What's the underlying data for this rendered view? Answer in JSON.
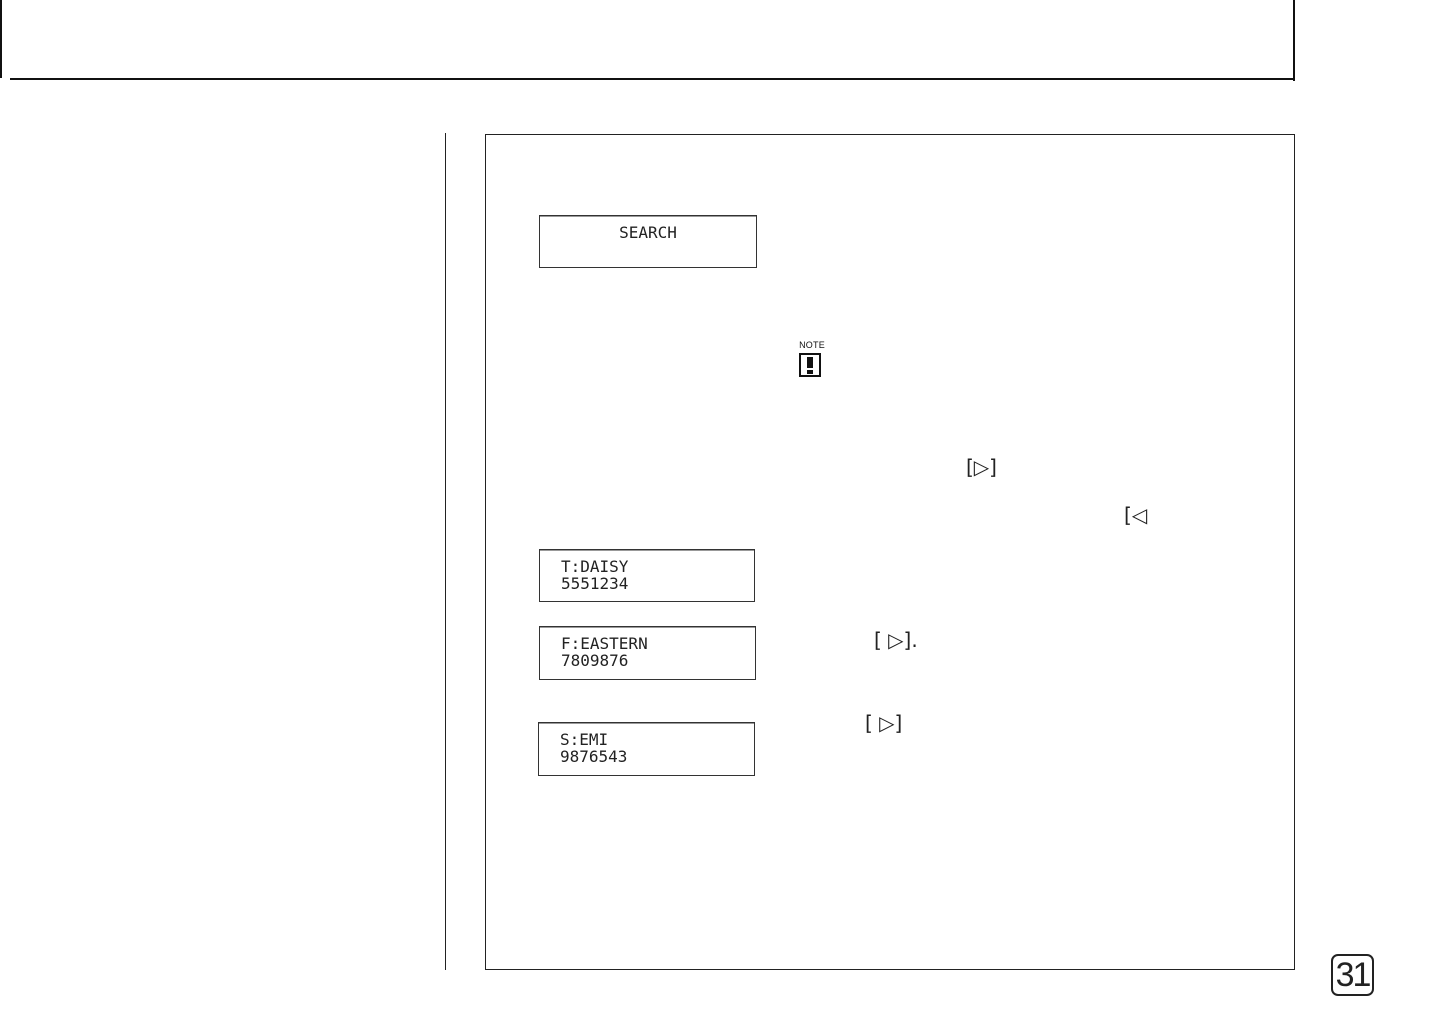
{
  "note_label": "NOTE",
  "displays": {
    "search": {
      "line1": "SEARCH"
    },
    "daisy": {
      "line1": "T:DAISY",
      "line2": "5551234"
    },
    "eastern": {
      "line1": "F:EASTERN",
      "line2": "7809876"
    },
    "emi": {
      "line1": "S:EMI",
      "line2": "9876543"
    }
  },
  "keys": {
    "key1": "[▷]",
    "key2": "[◁",
    "key3": "[ ▷].",
    "key4": "[ ▷]"
  },
  "page_number": "31"
}
